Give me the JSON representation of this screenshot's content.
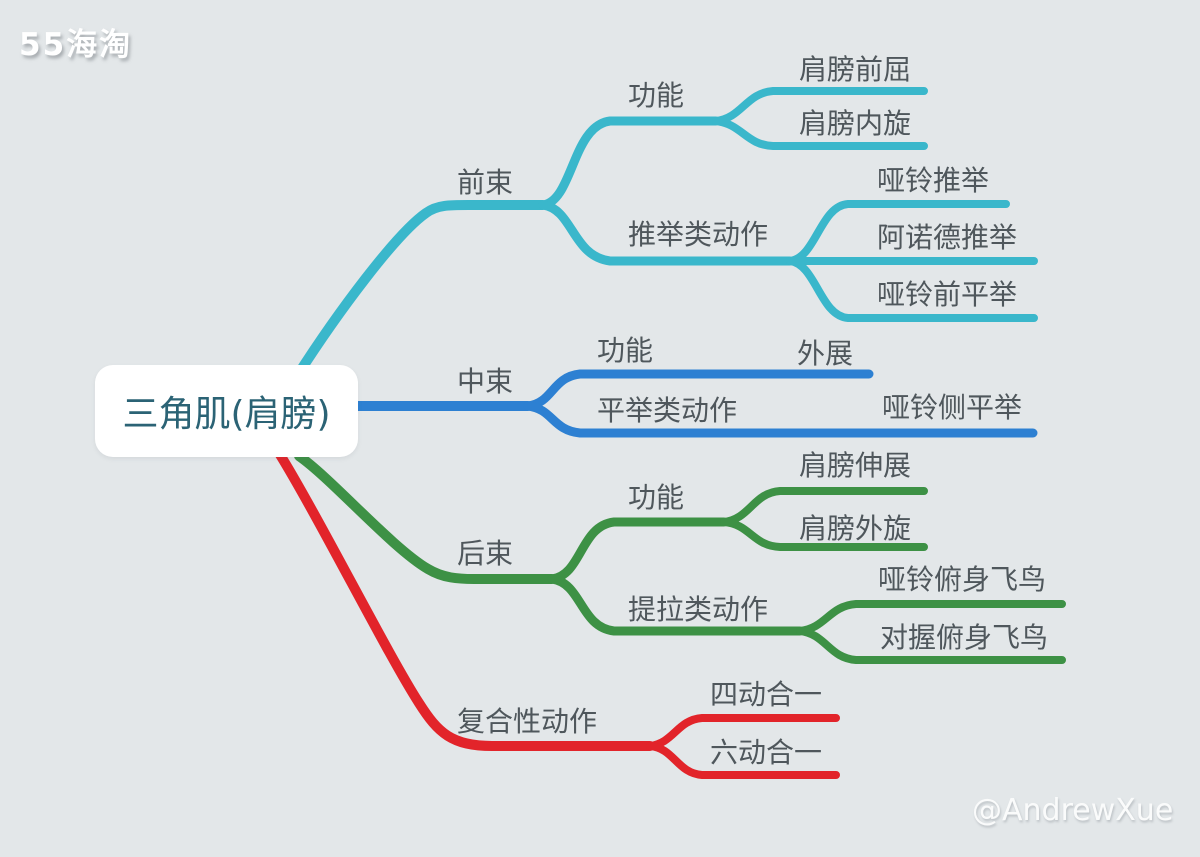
{
  "watermarks": {
    "top_left": "55海淘",
    "bottom_right": "@AndrewXue"
  },
  "colors": {
    "background": "#e3e7e9",
    "node_text": "#4f575c",
    "root_text": "#2b6375",
    "root_bg": "#ffffff",
    "front": "#3ab7cb",
    "middle": "#2d80d2",
    "rear": "#3d9145",
    "compound": "#e2242a"
  },
  "map": {
    "root": "三角肌(肩膀)",
    "branches": [
      {
        "label": "前束",
        "color": "#3ab7cb",
        "children": [
          {
            "label": "功能",
            "children": [
              {
                "label": "肩膀前屈"
              },
              {
                "label": "肩膀内旋"
              }
            ]
          },
          {
            "label": "推举类动作",
            "children": [
              {
                "label": "哑铃推举"
              },
              {
                "label": "阿诺德推举"
              },
              {
                "label": "哑铃前平举"
              }
            ]
          }
        ]
      },
      {
        "label": "中束",
        "color": "#2d80d2",
        "children": [
          {
            "label": "功能",
            "children": [
              {
                "label": "外展"
              }
            ]
          },
          {
            "label": "平举类动作",
            "children": [
              {
                "label": "哑铃侧平举"
              }
            ]
          }
        ]
      },
      {
        "label": "后束",
        "color": "#3d9145",
        "children": [
          {
            "label": "功能",
            "children": [
              {
                "label": "肩膀伸展"
              },
              {
                "label": "肩膀外旋"
              }
            ]
          },
          {
            "label": "提拉类动作",
            "children": [
              {
                "label": "哑铃俯身飞鸟"
              },
              {
                "label": "对握俯身飞鸟"
              }
            ]
          }
        ]
      },
      {
        "label": "复合性动作",
        "color": "#e2242a",
        "children": [
          {
            "label": "四动合一"
          },
          {
            "label": "六动合一"
          }
        ]
      }
    ]
  }
}
